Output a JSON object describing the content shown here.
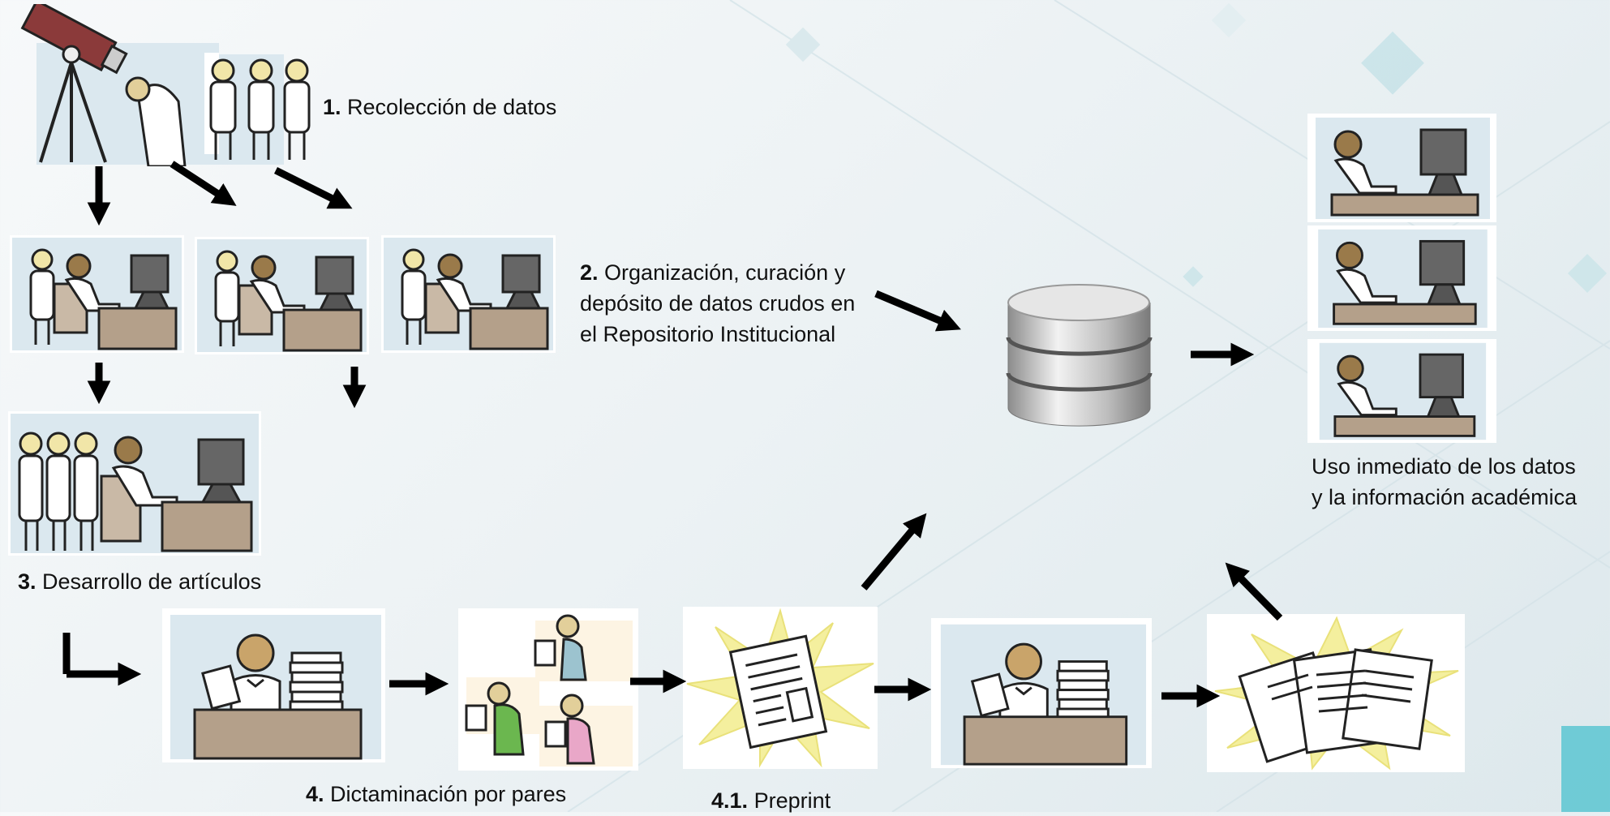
{
  "steps": {
    "s1": {
      "num": "1.",
      "text": "Recolección de datos"
    },
    "s2": {
      "num": "2.",
      "line1": "Organización, curación y",
      "line2": "depósito de datos crudos en",
      "line3": "el Repositorio Institucional"
    },
    "s3": {
      "num": "3.",
      "text": "Desarrollo de artículos"
    },
    "s4": {
      "num": "4.",
      "text": "Dictaminación por pares"
    },
    "s41": {
      "num": "4.1.",
      "text": "Preprint"
    },
    "use": {
      "line1": "Uso inmediato de los datos",
      "line2": "y la información académica"
    }
  },
  "icons": [
    "telescope-researchers-icon",
    "researcher-computer-icon",
    "team-computer-icon",
    "editor-desk-icon",
    "peer-reviewers-icon",
    "preprint-journal-icon",
    "published-journals-icon",
    "database-icon",
    "user-computer-icon"
  ],
  "colors": {
    "accent": "#45b6c4",
    "arrow": "#000000",
    "panel": "#dbe8ef",
    "desk": "#b4a08a"
  }
}
